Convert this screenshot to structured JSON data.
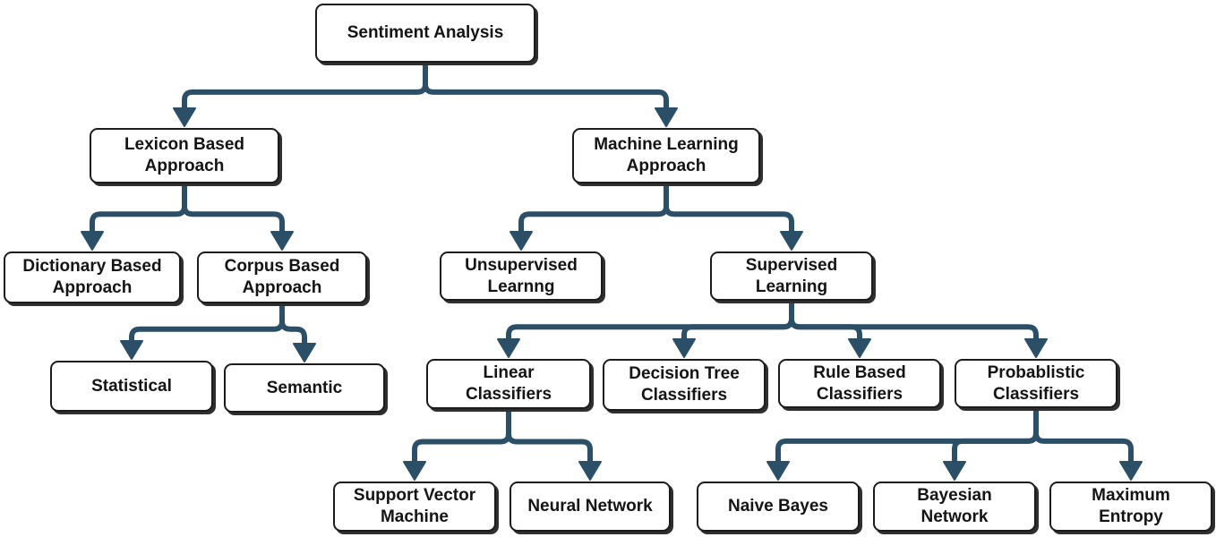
{
  "diagram": {
    "colors": {
      "connector": "#2b4f66",
      "border": "#1c1c1c",
      "text": "#141414",
      "background": "#ffffff"
    },
    "nodes": {
      "sentiment_analysis": "Sentiment Analysis",
      "lexicon_based": "Lexicon Based\nApproach",
      "machine_learning": "Machine Learning\nApproach",
      "dictionary_based": "Dictionary Based\nApproach",
      "corpus_based": "Corpus Based\nApproach",
      "statistical": "Statistical",
      "semantic": "Semantic",
      "unsupervised": "Unsupervised\nLearnng",
      "supervised": "Supervised\nLearning",
      "linear": "Linear\nClassifiers",
      "decision_tree": "Decision Tree\nClassifiers",
      "rule_based": "Rule Based\nClassifiers",
      "probabilistic": "Probablistic\nClassifiers",
      "svm": "Support Vector\nMachine",
      "neural_network": "Neural Network",
      "naive_bayes": "Naive Bayes",
      "bayesian_network": "Bayesian\nNetwork",
      "maximum_entropy": "Maximum\nEntropy"
    },
    "edges": [
      [
        "sentiment_analysis",
        "lexicon_based"
      ],
      [
        "sentiment_analysis",
        "machine_learning"
      ],
      [
        "lexicon_based",
        "dictionary_based"
      ],
      [
        "lexicon_based",
        "corpus_based"
      ],
      [
        "corpus_based",
        "statistical"
      ],
      [
        "corpus_based",
        "semantic"
      ],
      [
        "machine_learning",
        "unsupervised"
      ],
      [
        "machine_learning",
        "supervised"
      ],
      [
        "supervised",
        "linear"
      ],
      [
        "supervised",
        "decision_tree"
      ],
      [
        "supervised",
        "rule_based"
      ],
      [
        "supervised",
        "probabilistic"
      ],
      [
        "linear",
        "svm"
      ],
      [
        "linear",
        "neural_network"
      ],
      [
        "probabilistic",
        "naive_bayes"
      ],
      [
        "probabilistic",
        "bayesian_network"
      ],
      [
        "probabilistic",
        "maximum_entropy"
      ]
    ]
  }
}
